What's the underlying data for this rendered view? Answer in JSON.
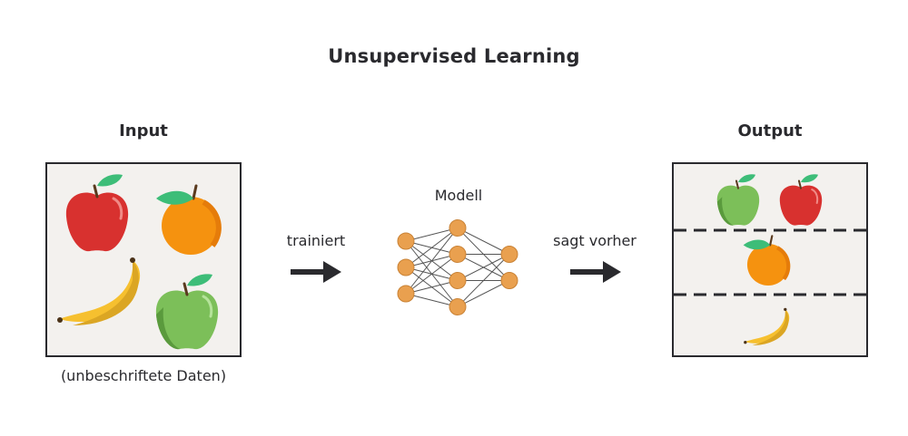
{
  "title": "Unsupervised Learning",
  "input": {
    "heading": "Input",
    "caption": "(unbeschriftete Daten)",
    "items": [
      "red-apple",
      "orange",
      "banana",
      "green-apple"
    ]
  },
  "model": {
    "label": "Modell",
    "layers": [
      3,
      4,
      2
    ]
  },
  "arrows": {
    "train_label": "trainiert",
    "predict_label": "sagt vorher"
  },
  "output": {
    "heading": "Output",
    "clusters": [
      {
        "name": "apples",
        "items": [
          "green-apple",
          "red-apple"
        ]
      },
      {
        "name": "oranges",
        "items": [
          "orange"
        ]
      },
      {
        "name": "bananas",
        "items": [
          "banana"
        ]
      }
    ]
  },
  "colors": {
    "text": "#2a2a2e",
    "panel_bg": "#f3f1ee",
    "node": "#e9a04f",
    "node_stroke": "#c98235",
    "red_apple": "#d8312f",
    "green_apple": "#7cbf59",
    "orange": "#f5920f",
    "banana": "#f6c02f",
    "leaf": "#3dbd78"
  }
}
